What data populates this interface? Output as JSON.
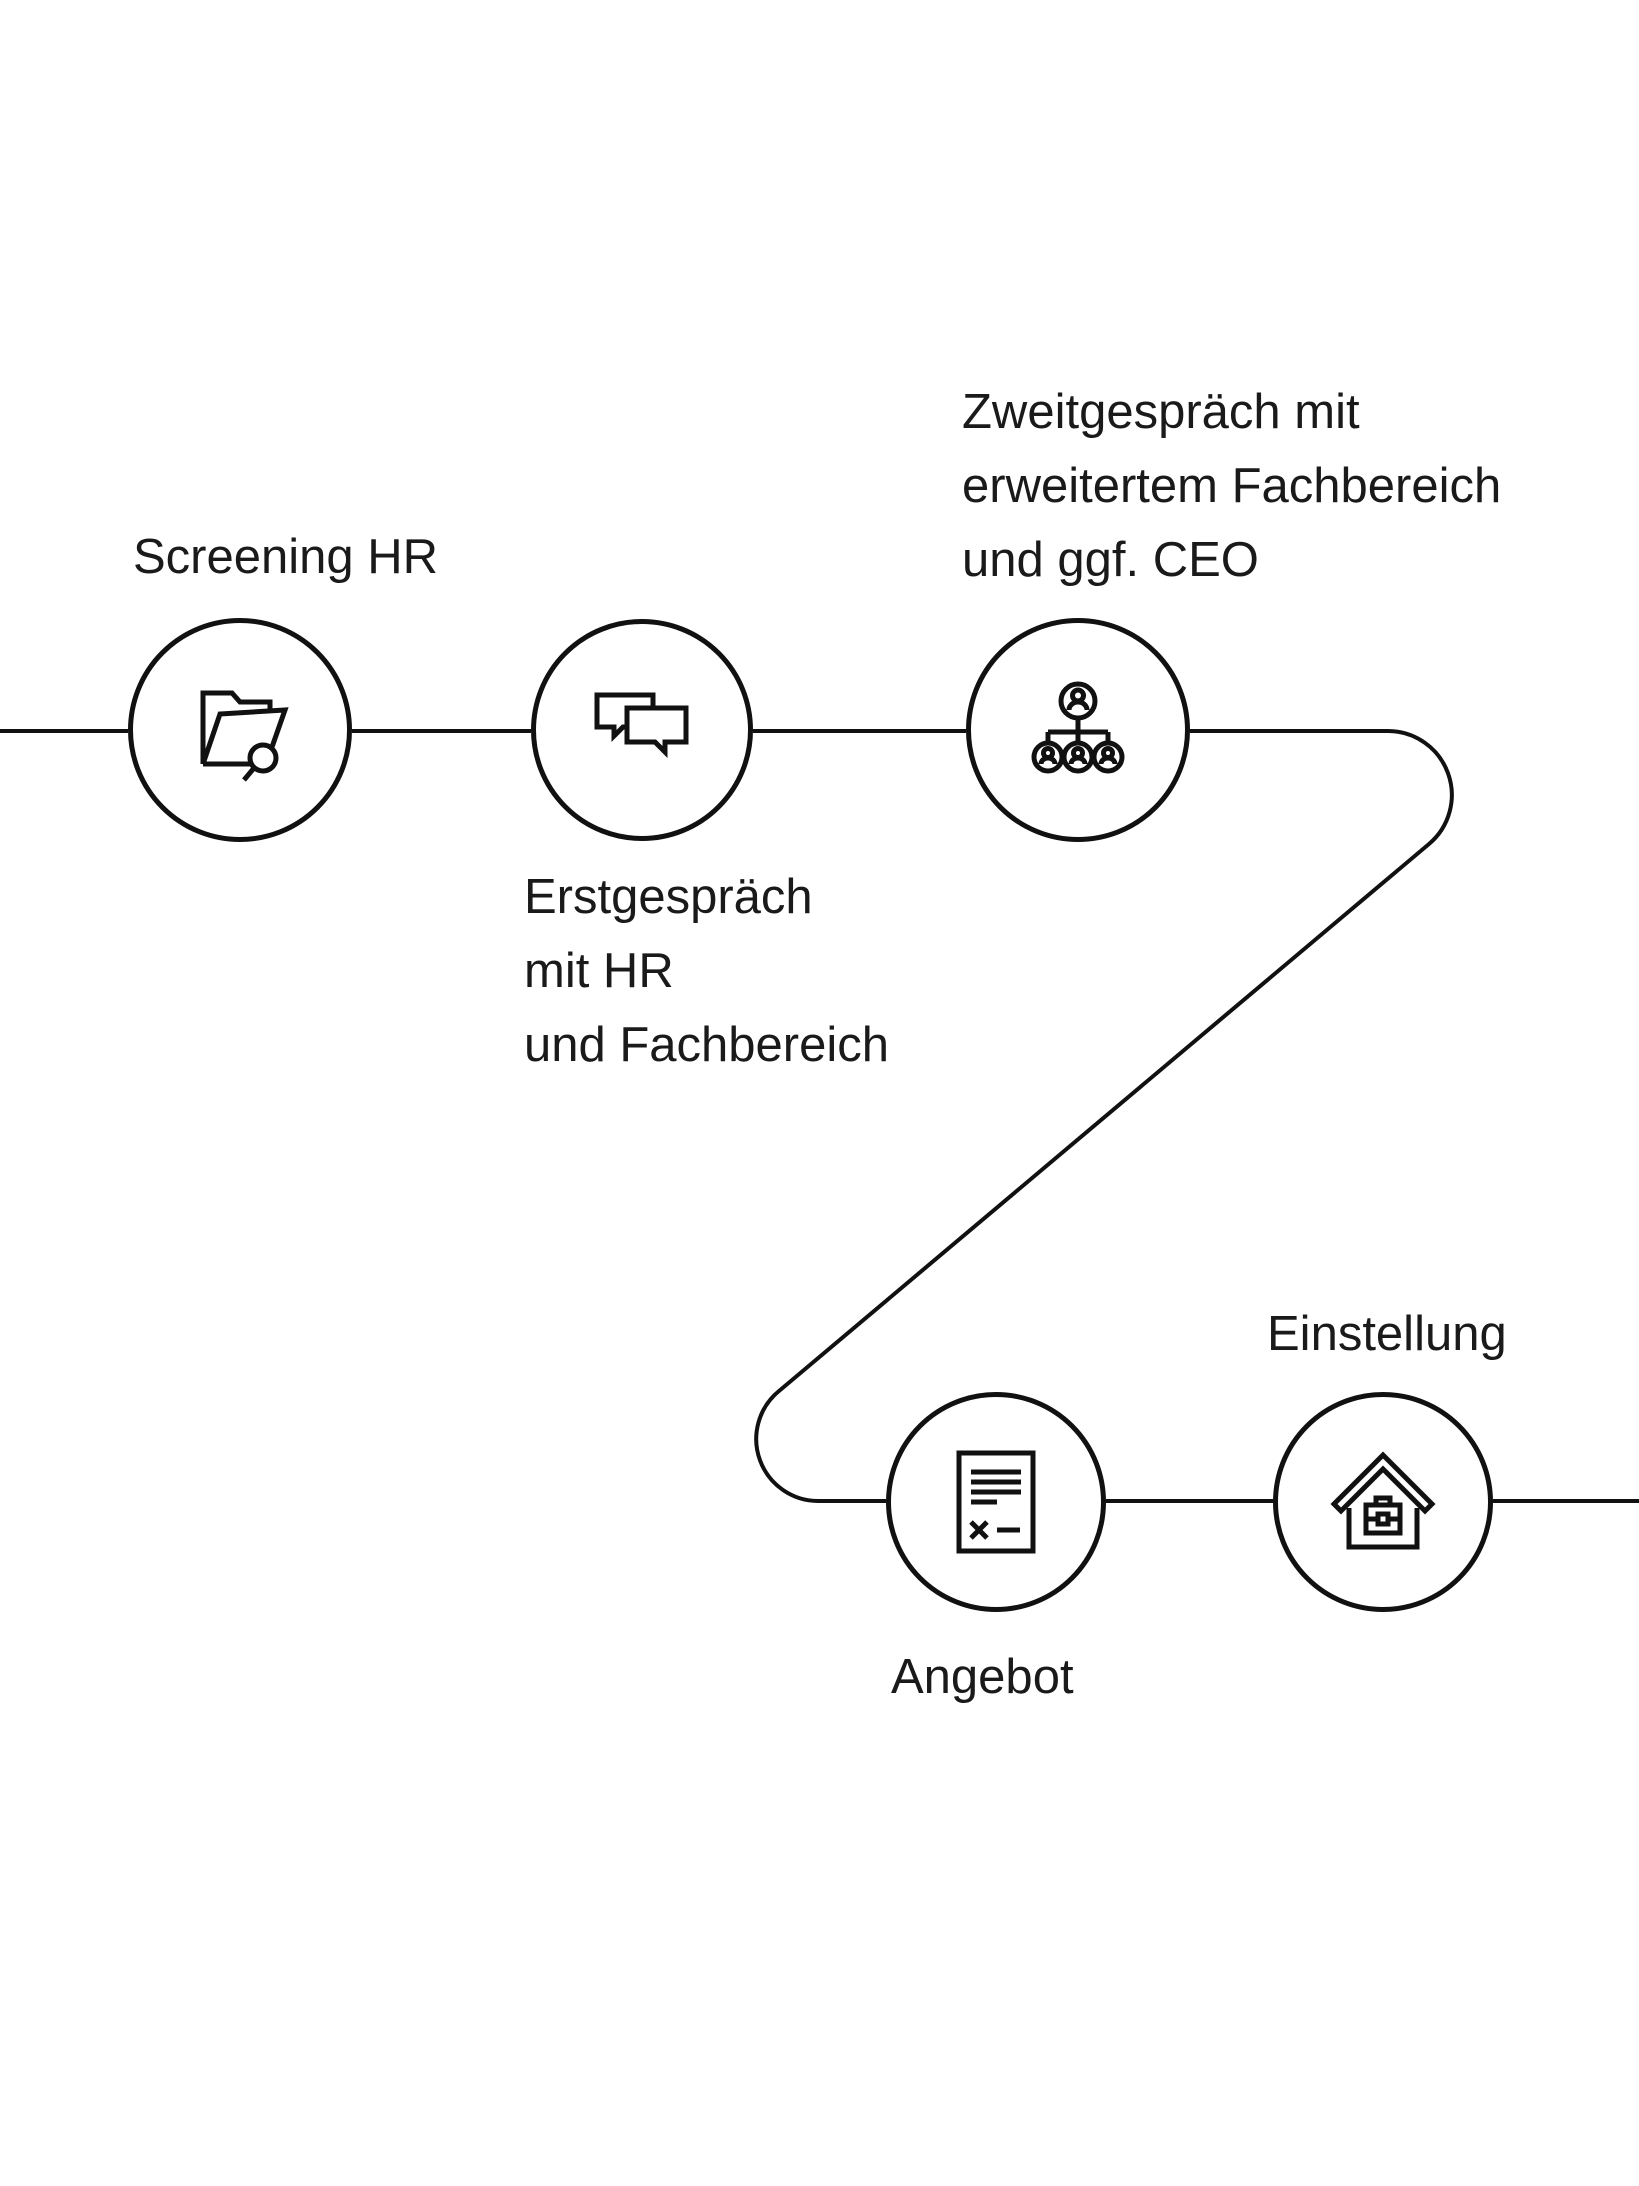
{
  "colors": {
    "background": "#ffffff",
    "line": "#111111",
    "text": "#1a1a1a"
  },
  "steps": [
    {
      "label": "Screening HR",
      "icon": "folder-search-icon",
      "label_position": "above"
    },
    {
      "label": "Erstgespräch\nmit HR\nund Fachbereich",
      "icon": "chat-bubbles-icon",
      "label_position": "below"
    },
    {
      "label": "Zweitgespräch mit\nerweitertem Fachbereich\nund ggf. CEO",
      "icon": "org-chart-icon",
      "label_position": "above"
    },
    {
      "label": "Angebot",
      "icon": "document-contract-icon",
      "label_position": "below"
    },
    {
      "label": "Einstellung",
      "icon": "house-briefcase-icon",
      "label_position": "above"
    }
  ]
}
